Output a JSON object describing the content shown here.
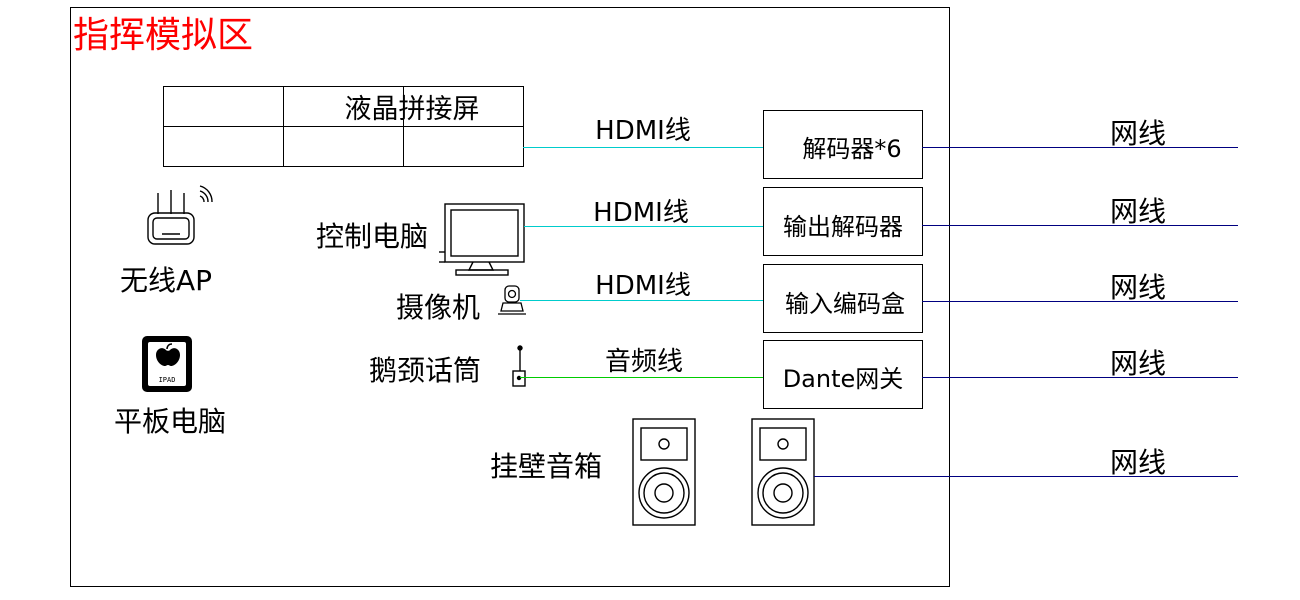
{
  "zone_title": "指挥模拟区",
  "lcd_wall": {
    "label": "液晶拼接屏"
  },
  "devices": {
    "control_pc": {
      "label": "控制电脑"
    },
    "camera": {
      "label": "摄像机"
    },
    "gooseneck_mic": {
      "label": "鹅颈话筒"
    },
    "wall_speakers": {
      "label": "挂壁音箱"
    },
    "wireless_ap": {
      "label": "无线AP"
    },
    "tablet": {
      "label": "平板电脑",
      "screen_text": "IPAD"
    }
  },
  "boxes": {
    "decoder": {
      "label": "解码器*6"
    },
    "output_decoder": {
      "label": "输出解码器"
    },
    "input_encoder": {
      "label": "输入编码盒"
    },
    "dante_gateway": {
      "label": "Dante网关"
    }
  },
  "cables": {
    "lcd_to_decoder": {
      "label": "HDMI线",
      "color": "#00cccc"
    },
    "pc_to_output": {
      "label": "HDMI线",
      "color": "#00cccc"
    },
    "camera_to_input": {
      "label": "HDMI线",
      "color": "#00cccc"
    },
    "mic_to_dante": {
      "label": "音频线",
      "color": "#00cc00"
    }
  },
  "network_lines": {
    "color": "#000080",
    "labels": [
      "网线",
      "网线",
      "网线",
      "网线",
      "网线"
    ]
  }
}
